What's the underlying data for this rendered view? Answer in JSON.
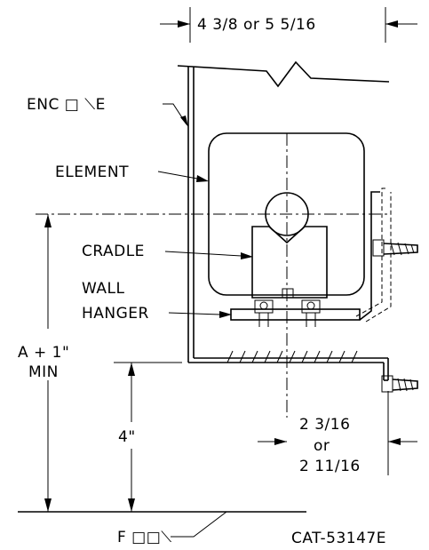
{
  "dimensions": {
    "top_width": "4 3/8 or 5 5/16",
    "height_a": "A + 1\"",
    "height_a_min": "MIN",
    "floor_gap": "4\"",
    "side_offset_line1": "2 3/16",
    "side_offset_line2": "or",
    "side_offset_line3": "2 11/16"
  },
  "labels": {
    "enclosure": "ENC □  ⟍E",
    "element": "ELEMENT",
    "cradle": "CRADLE",
    "wall": "WALL",
    "hanger": "HANGER",
    "floor": "F □□⟍"
  },
  "catalog_number": "CAT-53147E"
}
